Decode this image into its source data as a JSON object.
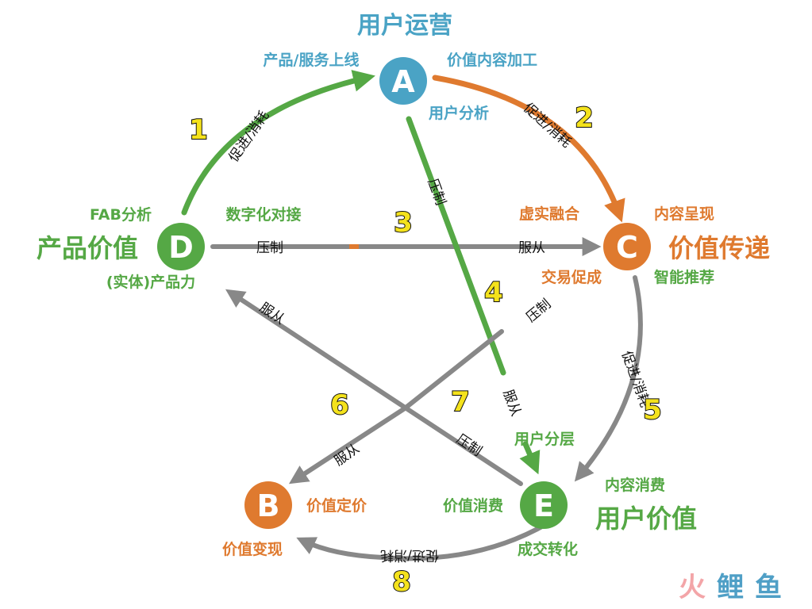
{
  "colors": {
    "green": "#55a845",
    "orange": "#df7a2f",
    "blue": "#4aa3c5",
    "gray": "#888888",
    "number_yellow": "#f4e21c"
  },
  "nodes": {
    "A": {
      "letter": "A",
      "title": "用户运营",
      "left_label": "产品/服务上线",
      "right_label": "价值内容加工",
      "bottom_label": "用户分析"
    },
    "B": {
      "letter": "B",
      "right_label": "价值定价",
      "bottom_label": "价值变现"
    },
    "C": {
      "letter": "C",
      "title": "价值传递",
      "top_left_label": "虚实融合",
      "top_right_label": "内容呈现",
      "bottom_left_label": "交易促成",
      "bottom_right_label": "智能推荐"
    },
    "D": {
      "letter": "D",
      "title": "产品价值",
      "top_left_label": "FAB分析",
      "top_right_label": "数字化对接",
      "bottom_label": "(实体)产品力"
    },
    "E": {
      "letter": "E",
      "title": "用户价值",
      "top_label": "用户分层",
      "left_label": "价值消费",
      "right_label": "内容消费",
      "bottom_label": "成交转化"
    }
  },
  "edge_labels": {
    "promote_consume": "促进/消耗",
    "suppress": "压制",
    "obey": "服从"
  },
  "numbers": [
    "1",
    "2",
    "3",
    "4",
    "5",
    "6",
    "7",
    "8"
  ],
  "logo": {
    "char1": "火",
    "char2": "鲤",
    "char3": "鱼"
  }
}
